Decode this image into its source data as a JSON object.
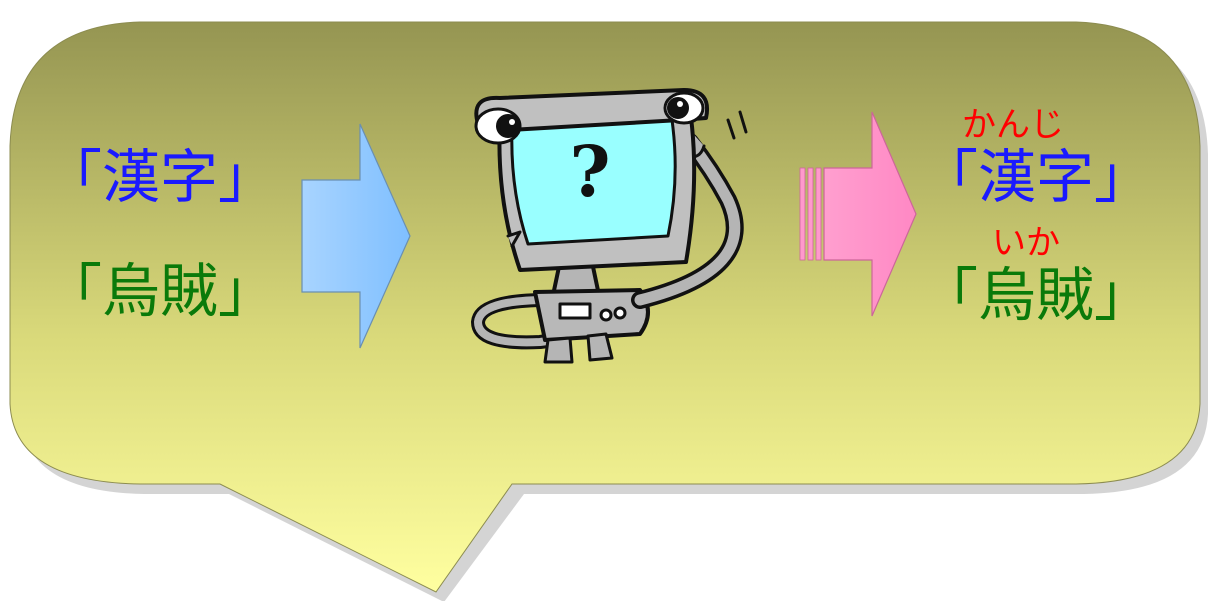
{
  "input_words": [
    {
      "text": "「漢字」",
      "color": "#1a1aff"
    },
    {
      "text": "「烏賊」",
      "color": "#0a7a0a"
    }
  ],
  "output_words": [
    {
      "text": "「漢字」",
      "reading": "かんじ",
      "color": "#1a1aff"
    },
    {
      "text": "「烏賊」",
      "reading": "いか",
      "color": "#0a7a0a"
    }
  ],
  "reading_color": "#ff0000",
  "computer_screen_text": "?",
  "colors": {
    "bubble_top": "#9a9a52",
    "bubble_bottom": "#ffff99",
    "arrow_in": "#99ccff",
    "arrow_out": "#ff99cc",
    "monitor": "#c0c0c0",
    "screen": "#99ffff"
  },
  "icons": [
    "speech-bubble",
    "right-arrow-icon",
    "confused-computer-icon",
    "right-arrow-icon"
  ]
}
